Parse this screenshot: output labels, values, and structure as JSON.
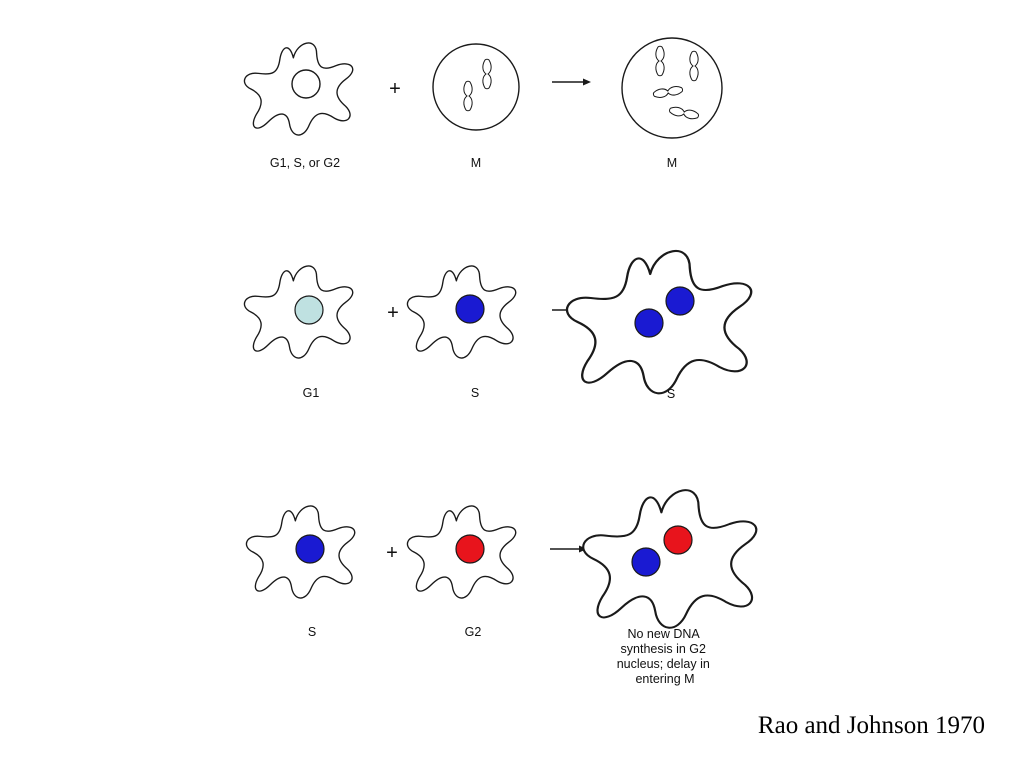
{
  "colors": {
    "g1_nucleus": "#bfe1e1",
    "s_nucleus": "#1a1ad2",
    "g2_nucleus": "#e8141c",
    "outline": "#1a1a1a"
  },
  "operators": {
    "plus": "+"
  },
  "rows": [
    {
      "cell_a": "G1, S, or G2",
      "cell_b": "M",
      "result": "M"
    },
    {
      "cell_a": "G1",
      "cell_b": "S",
      "result": "S"
    },
    {
      "cell_a": "S",
      "cell_b": "G2",
      "result_lines": [
        "No new DNA",
        "synthesis in G2",
        "nucleus; delay  in",
        "entering M"
      ]
    }
  ],
  "citation": "Rao and Johnson 1970"
}
